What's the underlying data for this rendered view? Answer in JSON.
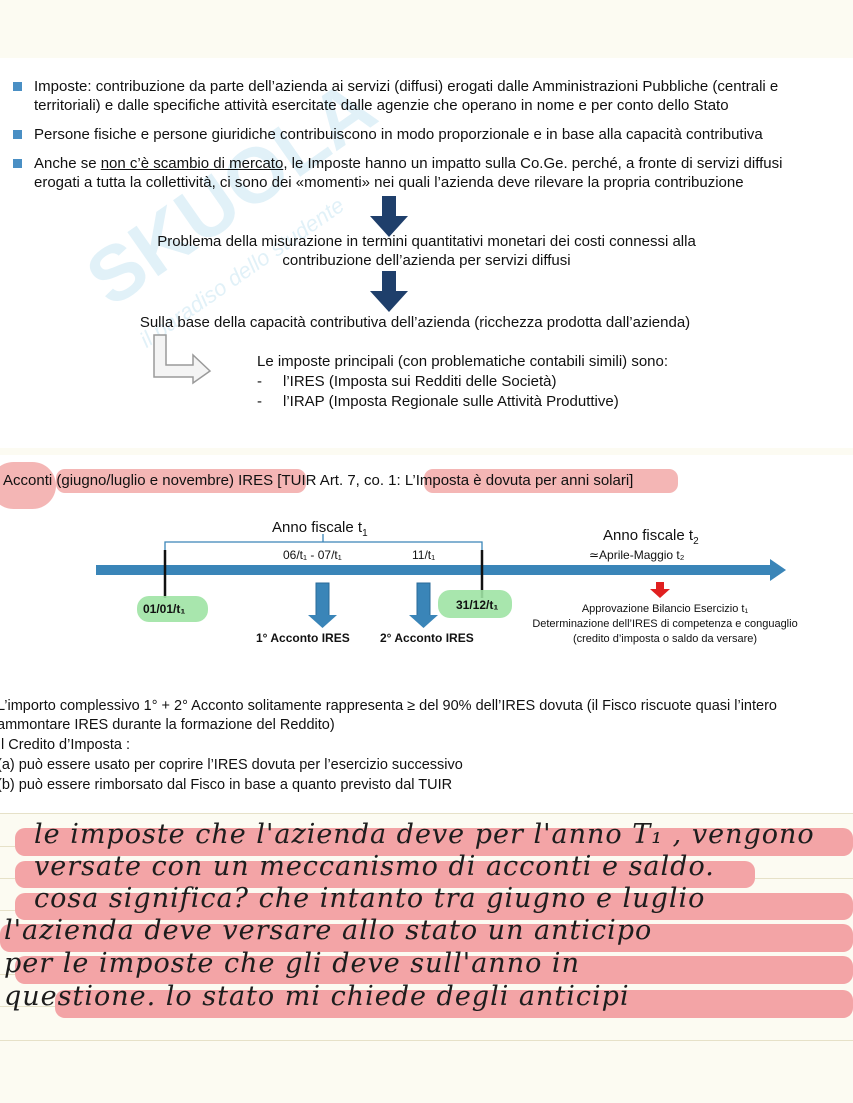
{
  "bullets": [
    {
      "line1": "Imposte: contribuzione da parte dell’azienda ai servizi (diffusi) erogati dalle Amministrazioni Pubbliche (centrali e",
      "line2": "territoriali) e dalle specifiche attività esercitate dalle agenzie che operano in nome e per conto dello Stato"
    },
    {
      "line1": "Persone fisiche e persone giuridiche contribuiscono in modo proporzionale e in base alla capacità contributiva"
    },
    {
      "line1_pre": "Anche se ",
      "line1_under": "non c’è scambio di mercato",
      "line1_post": ", le Imposte hanno un impatto sulla Co.Ge. perché, a fronte di servizi diffusi",
      "line2": "erogati a tutta la collettività, ci sono dei «momenti» nei quali l’azienda deve rilevare la propria contribuzione"
    }
  ],
  "flow": {
    "problem_line1": "Problema della misurazione in termini quantitativi monetari dei costi connessi alla",
    "problem_line2": "contribuzione dell’azienda per servizi diffusi",
    "basis": "Sulla base della capacità contributiva dell’azienda (ricchezza prodotta dall’azienda)",
    "taxes_intro": "Le imposte principali (con problematiche contabili simili) sono:",
    "tax1": "l’IRES (Imposta sui Redditi delle Società)",
    "tax2": "l’IRAP (Imposta Regionale sulle Attività Produttive)",
    "dash": "-"
  },
  "acconti": {
    "heading_a": "Acconti ",
    "heading_b": "(giugno/luglio e novembre) IRES [TUIR Art. 7, co. 1: ",
    "heading_c": "L’Imposta è dovuta per anni solari]"
  },
  "timeline": {
    "fiscal_t1": "Anno fiscale t",
    "fiscal_t1_sub": "1",
    "fiscal_t2": "Anno fiscale t",
    "fiscal_t2_sub": "2",
    "period1": "06/t₁ - 07/t₁",
    "period2": "11/t₁",
    "approx": "≃Aprile-Maggio t₂",
    "start": "01/01/t₁",
    "end": "31/12/t₁",
    "acconto1": "1° Acconto IRES",
    "acconto2": "2° Acconto IRES",
    "approv1": "Approvazione Bilancio Esercizio t₁",
    "approv2": "Determinazione dell’IRES di competenza e conguaglio",
    "approv3": "(credito d’imposta o saldo da versare)"
  },
  "notes": {
    "p1": "L’importo complessivo 1° + 2° Acconto solitamente rappresenta ≥ del 90% dell’IRES dovuta (il Fisco riscuote quasi l’intero",
    "p2": "ammontare IRES durante la formazione del Reddito)",
    "p3": "Il Credito d’Imposta :",
    "p4": "(a)  può essere usato per coprire l’IRES dovuta per l’esercizio successivo",
    "p5": "(b)  può essere rimborsato dal Fisco in base a quanto previsto dal TUIR"
  },
  "handwriting": [
    "le imposte che l'azienda deve per l'anno T₁ , vengono",
    "versate con un meccanismo di acconti e saldo.",
    "cosa significa? che intanto tra giugno e luglio",
    "l'azienda deve versare allo stato un anticipo",
    "per le imposte che gli deve sull'anno in",
    "questione. lo stato mi chiede degli anticipi"
  ],
  "watermark": {
    "brand": "SKUOLA",
    "tagline": "il paradiso dello studente"
  },
  "colors": {
    "bullet": "#4a8fc4",
    "arrow_dark": "#1f3f6b",
    "timeline": "#3a85b8",
    "highlight_pink": "#f2a9a8",
    "highlight_green": "#9fe3a4",
    "red_marker": "#e02020"
  },
  "icons": [
    "bullet-square-icon",
    "arrow-down-icon",
    "bent-arrow-icon",
    "red-down-arrow-icon"
  ]
}
